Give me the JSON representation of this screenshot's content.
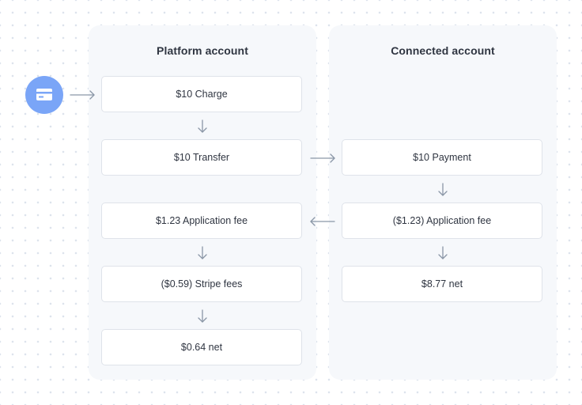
{
  "platform": {
    "title": "Platform account",
    "steps": [
      "$10 Charge",
      "$10 Transfer",
      "$1.23 Application fee",
      "($0.59) Stripe fees",
      "$0.64 net"
    ]
  },
  "connected": {
    "title": "Connected account",
    "steps": [
      "$10 Payment",
      "($1.23) Application fee",
      "$8.77 net"
    ]
  },
  "icons": {
    "source": "credit-card-icon",
    "arrow": "arrow-icon"
  },
  "colors": {
    "panel_bg": "#f6f8fb",
    "box_border": "#dfe3ea",
    "text": "#2f3541",
    "arrow": "#8a96a6",
    "card_circle": "#7aa5f7"
  }
}
